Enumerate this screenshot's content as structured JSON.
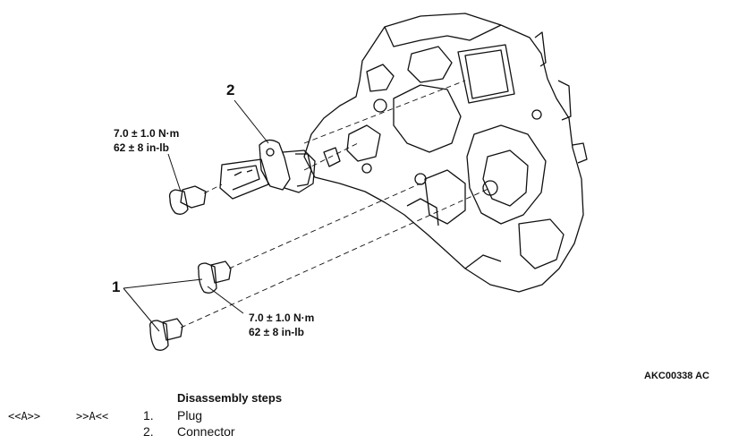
{
  "callouts": {
    "label_1": "1",
    "label_2": "2",
    "torque_connector": [
      "7.0 ± 1.0 N·m",
      "62 ± 8 in-lb"
    ],
    "torque_plug": [
      "7.0 ± 1.0 N·m",
      "62 ± 8 in-lb"
    ]
  },
  "figure_id": "AKC00338 AC",
  "procedure": {
    "title": "Disassembly steps",
    "steps": [
      {
        "marker_left": "<<A>>",
        "marker_right": ">>A<<",
        "number": "1.",
        "text": "Plug"
      },
      {
        "marker_left": "",
        "marker_right": "",
        "number": "2.",
        "text": "Connector"
      }
    ]
  },
  "colors": {
    "line": "#111111",
    "background": "#ffffff"
  }
}
